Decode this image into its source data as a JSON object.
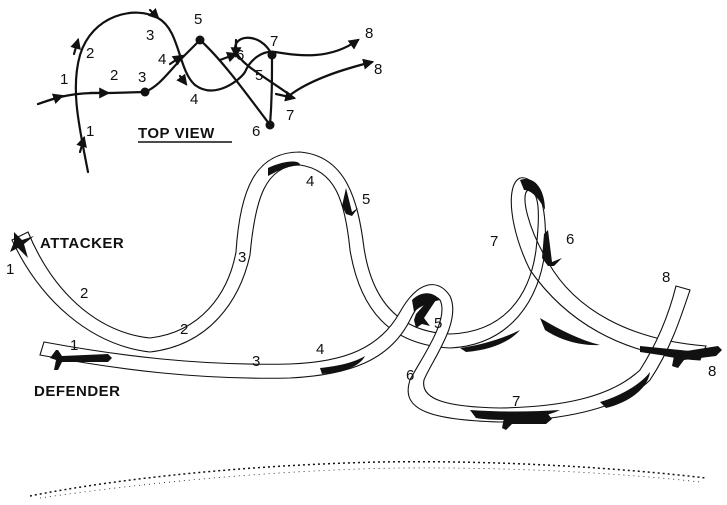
{
  "labels": {
    "top_view": "TOP VIEW",
    "attacker": "ATTACKER",
    "defender": "DEFENDER"
  },
  "top_view_numbers": {
    "a1": "1",
    "a2": "2",
    "a3": "3",
    "a5": "5",
    "a6": "6",
    "a7": "7",
    "a8": "8",
    "d1": "1",
    "d2": "2",
    "d3": "3",
    "d4a": "4",
    "d4b": "4",
    "d5": "5",
    "d6": "6",
    "d7": "7",
    "d8": "8"
  },
  "side_view_numbers": {
    "a1": "1",
    "a2": "2",
    "a3": "3",
    "a4": "4",
    "a5": "5",
    "a6": "6",
    "a7": "7",
    "a8": "8",
    "d1": "1",
    "d2": "2",
    "d3": "3",
    "d4": "4",
    "d5": "5",
    "d6": "6",
    "d7": "7",
    "d8": "8"
  },
  "colors": {
    "ink": "#111111",
    "paper": "#ffffff"
  }
}
